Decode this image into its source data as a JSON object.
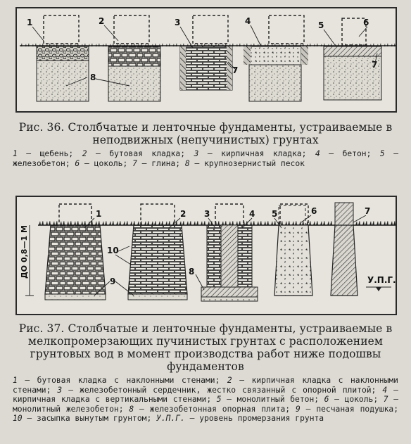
{
  "figure36": {
    "labels": [
      "1",
      "2",
      "3",
      "4",
      "5",
      "6",
      "7",
      "8"
    ],
    "caption": "Рис. 36. Столбчатые и ленточные фундаменты, устраиваемые в неподвижных (непучинистых) грунтах",
    "legend": [
      {
        "n": "1",
        "t": "щебень;"
      },
      {
        "n": "2",
        "t": "бутовая кладка;"
      },
      {
        "n": "3",
        "t": "кирпичная кладка;"
      },
      {
        "n": "4",
        "t": "бетон;"
      },
      {
        "n": "5",
        "t": "железобетон;"
      },
      {
        "n": "6",
        "t": "цоколь;"
      },
      {
        "n": "7",
        "t": "глина;"
      },
      {
        "n": "8",
        "t": "крупнозернистый песок"
      }
    ]
  },
  "figure37": {
    "labels": [
      "1",
      "2",
      "3",
      "4",
      "5",
      "6",
      "7",
      "8",
      "9",
      "10"
    ],
    "depth_label": "ДО 0,8—1 М",
    "level_label": "У.П.Г.",
    "caption": "Рис. 37. Столбчатые и ленточные фундаменты, устраиваемые в мелкопромерзающих пучинистых грунтах с расположением грунтовых вод в момент производства работ ниже подошвы фундаментов",
    "legend": [
      {
        "n": "1",
        "t": "бутовая кладка с наклонными стенами;"
      },
      {
        "n": "2",
        "t": "кирпичная кладка с наклонными стенами;"
      },
      {
        "n": "3",
        "t": "железобетонный сердечник, жестко связанный с опорной плитой;"
      },
      {
        "n": "4",
        "t": "кирпичная кладка с вертикальными стенами;"
      },
      {
        "n": "5",
        "t": "монолитный бетон;"
      },
      {
        "n": "6",
        "t": "цоколь;"
      },
      {
        "n": "7",
        "t": "монолитный железобетон;"
      },
      {
        "n": "8",
        "t": "железобетонная опорная плита;"
      },
      {
        "n": "9",
        "t": "песчаная подушка;"
      },
      {
        "n": "10",
        "t": "засыпка вынутым грунтом;"
      },
      {
        "n": "У.П.Г.",
        "t": "уровень промерзания грунта"
      }
    ]
  }
}
